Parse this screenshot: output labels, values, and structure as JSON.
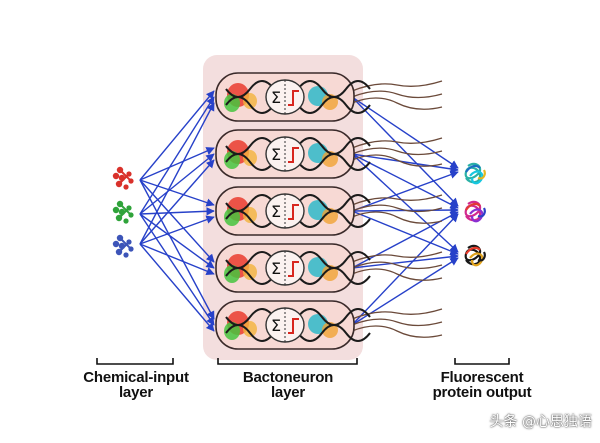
{
  "labels": {
    "input_line1": "Chemical-input",
    "input_line2": "layer",
    "bact_line1": "Bactoneuron",
    "bact_line2": "layer",
    "output_line1": "Fluorescent",
    "output_line2": "protein output"
  },
  "cell_symbol": "Σ",
  "watermark": "头条 @心思独语",
  "colors": {
    "arrow": "#2741c9",
    "cell_fill": "#f7d9d4",
    "cell_stroke": "#3a2a2a",
    "panel_bg": "#f3dede",
    "chem_red": "#d9312b",
    "chem_green": "#2fa33a",
    "chem_blue": "#3c54b8"
  }
}
